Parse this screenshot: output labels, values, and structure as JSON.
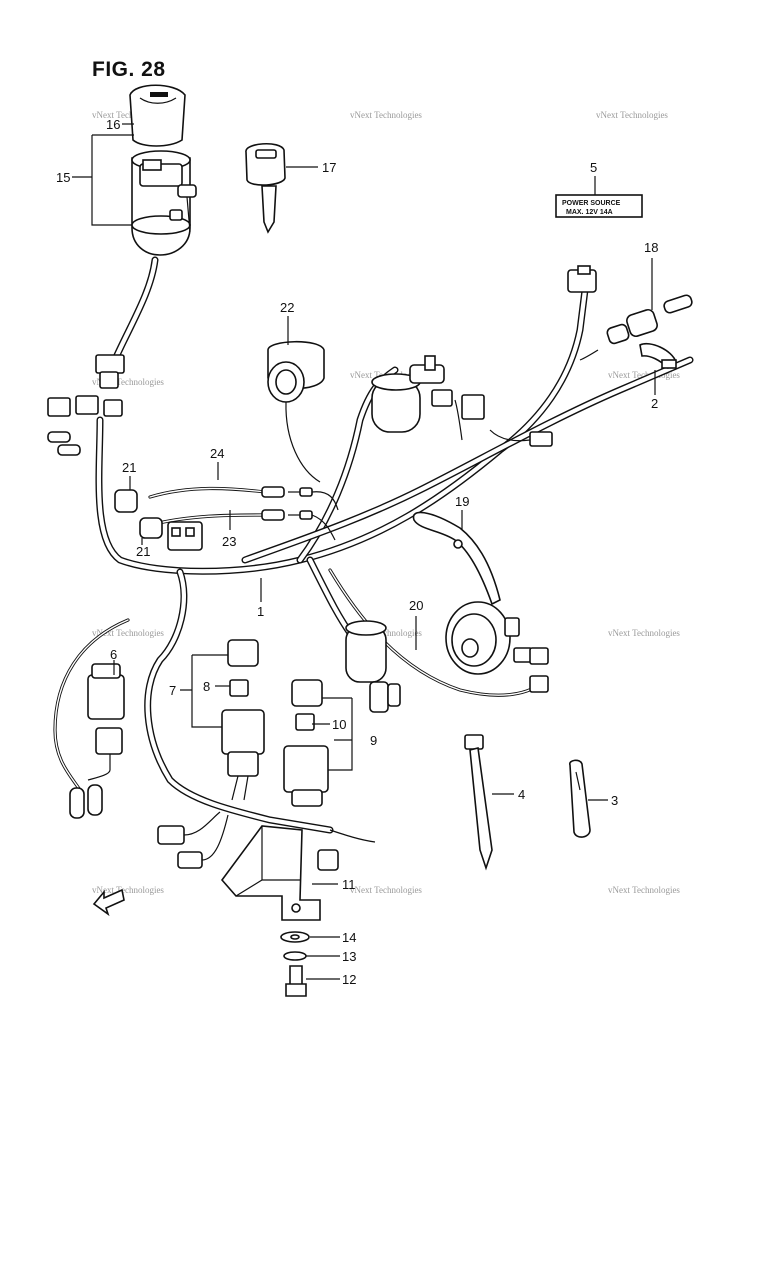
{
  "figure": {
    "title": "FIG. 28"
  },
  "label_plate": {
    "line1": "POWER  SOURCE",
    "line2": "MAX.  12V  14A"
  },
  "watermark": {
    "text": "vNext Technologies"
  },
  "callouts": [
    "1",
    "2",
    "3",
    "4",
    "5",
    "6",
    "7",
    "8",
    "9",
    "10",
    "11",
    "12",
    "13",
    "14",
    "15",
    "16",
    "17",
    "18",
    "19",
    "20",
    "21",
    "22",
    "23",
    "24"
  ]
}
